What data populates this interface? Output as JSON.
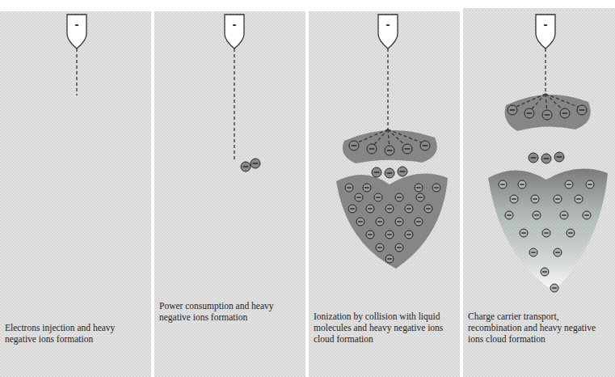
{
  "diagram": {
    "labels": [
      "-",
      "-",
      "-",
      "-",
      "Electrons injection and heavy negative ions formation",
      "Power consumption and heavy negative ions formation",
      "Ionization by collision with liquid molecules and heavy negative ions cloud formation",
      "Charge carrier transport, recombination and heavy negative ions cloud formation"
    ]
  }
}
